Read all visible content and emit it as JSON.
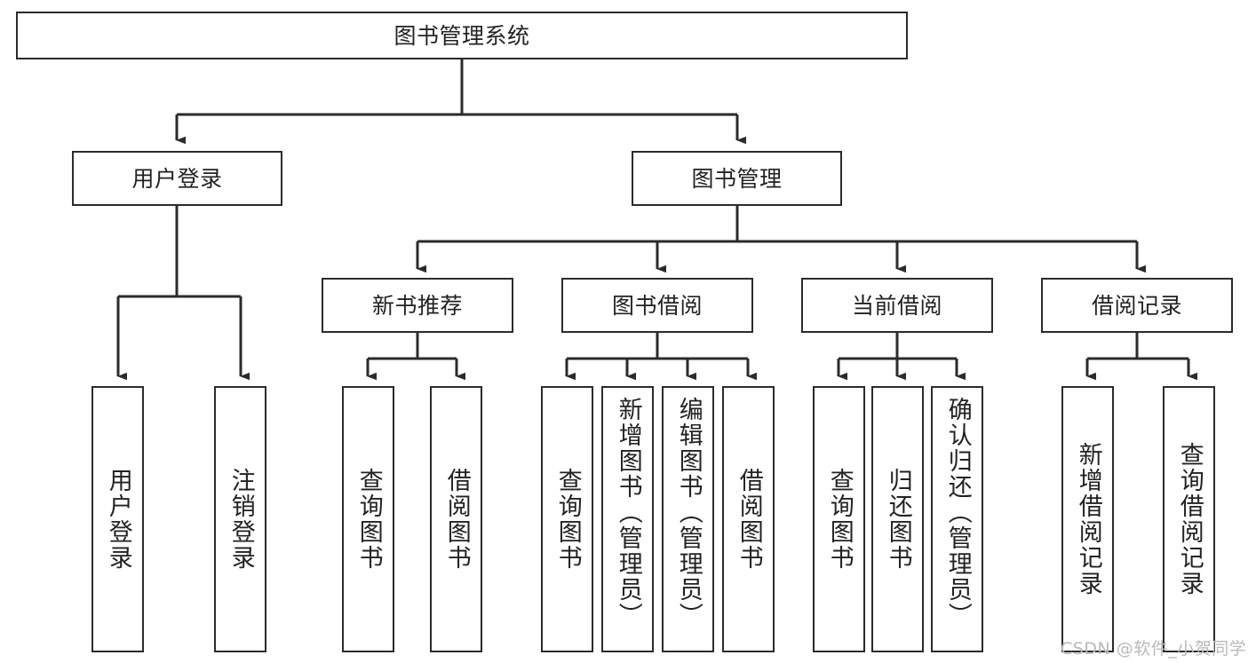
{
  "diagram": {
    "title": "图书管理系统",
    "type": "hierarchy-tree",
    "root": {
      "label": "图书管理系统"
    },
    "level2": [
      {
        "label": "用户登录"
      },
      {
        "label": "图书管理"
      }
    ],
    "level3": [
      {
        "label": "新书推荐"
      },
      {
        "label": "图书借阅"
      },
      {
        "label": "当前借阅"
      },
      {
        "label": "借阅记录"
      }
    ],
    "leaves": {
      "user_login": [
        {
          "label": "用户登录"
        },
        {
          "label": "注销登录"
        }
      ],
      "new_book_recommend": [
        {
          "label": "查询图书"
        },
        {
          "label": "借阅图书"
        }
      ],
      "book_borrow": [
        {
          "label": "查询图书"
        },
        {
          "label": "新增图书（管理员）"
        },
        {
          "label": "编辑图书（管理员）"
        },
        {
          "label": "借阅图书"
        }
      ],
      "current_borrow": [
        {
          "label": "查询图书"
        },
        {
          "label": "归还图书"
        },
        {
          "label": "确认归还（管理员）"
        }
      ],
      "borrow_record": [
        {
          "label": "新增借阅记录"
        },
        {
          "label": "查询借阅记录"
        }
      ]
    }
  },
  "watermark": {
    "text": "CSDN @软件_小贺同学"
  },
  "colors": {
    "stroke": "#2b2b2b",
    "background": "#ffffff",
    "text": "#222222",
    "watermark": "#b9b9b9"
  }
}
